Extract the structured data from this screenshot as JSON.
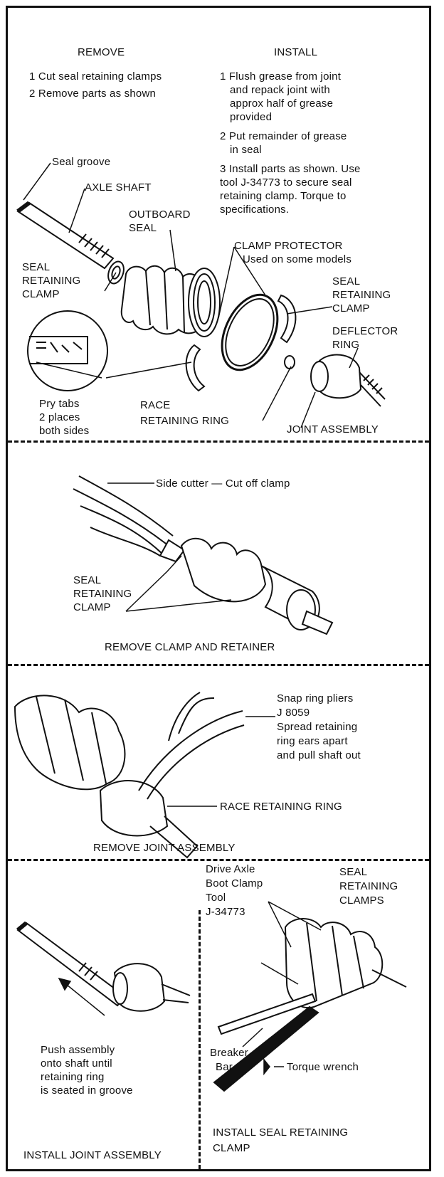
{
  "panel1": {
    "remove_heading": "REMOVE",
    "install_heading": "INSTALL",
    "remove_steps": [
      "1 Cut seal retaining clamps",
      "2 Remove parts as shown"
    ],
    "install_steps": [
      [
        "1 Flush grease from joint",
        "and repack joint with",
        "approx half of grease",
        "provided"
      ],
      [
        "2 Put remainder of grease",
        "in seal"
      ],
      [
        "3 Install parts as shown. Use",
        "tool J-34773 to secure seal",
        "retaining clamp. Torque to",
        "specifications."
      ]
    ],
    "labels": {
      "seal_groove": "Seal groove",
      "axle_shaft": "AXLE SHAFT",
      "outboard_seal": [
        "OUTBOARD",
        "SEAL"
      ],
      "clamp_protector": [
        "CLAMP PROTECTOR",
        "Used on some models"
      ],
      "seal_retaining_clamp_left": [
        "SEAL",
        "RETAINING",
        "CLAMP"
      ],
      "seal_retaining_clamp_right": [
        "SEAL",
        "RETAINING",
        "CLAMP"
      ],
      "deflector_ring": [
        "DEFLECTOR",
        "RING"
      ],
      "pry_tabs": [
        "Pry tabs",
        "2 places",
        "both sides"
      ],
      "race_retaining_ring": [
        "RACE",
        "RETAINING RING"
      ],
      "joint_assembly": "JOINT ASSEMBLY"
    }
  },
  "panel2": {
    "side_cutter": "Side cutter — Cut off clamp",
    "seal_retaining_clamp": [
      "SEAL",
      "RETAINING",
      "CLAMP"
    ],
    "caption": "REMOVE CLAMP AND RETAINER"
  },
  "panel3": {
    "pliers": [
      "Snap ring pliers",
      "J 8059",
      "Spread retaining",
      "ring ears apart",
      "and pull shaft out"
    ],
    "race_retaining_ring": "RACE RETAINING RING",
    "caption": "REMOVE JOINT ASSEMBLY"
  },
  "panel4": {
    "push_note": [
      "Push assembly",
      "onto shaft until",
      "retaining ring",
      "is seated in groove"
    ],
    "caption_left": "INSTALL JOINT ASSEMBLY",
    "drive_axle_tool": [
      "Drive Axle",
      "Boot Clamp",
      "Tool",
      "J-34773"
    ],
    "seal_retaining_clamps": [
      "SEAL",
      "RETAINING",
      "CLAMPS"
    ],
    "breaker_bar": [
      "Breaker",
      "Bar"
    ],
    "torque_wrench": "Torque wrench",
    "caption_right": [
      "INSTALL SEAL RETAINING",
      "CLAMP"
    ]
  }
}
